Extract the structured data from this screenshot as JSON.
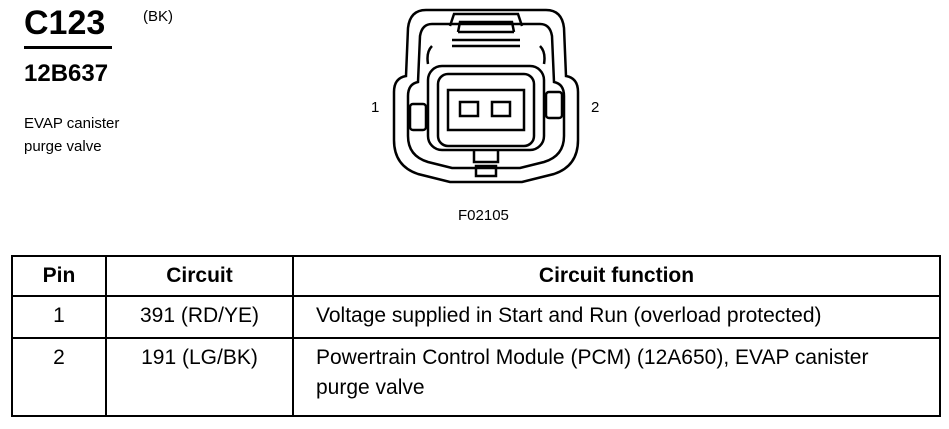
{
  "connector": {
    "id": "C123",
    "color_code": "(BK)",
    "part_number": "12B637",
    "description_lines": [
      "EVAP canister",
      "purge valve"
    ],
    "pin_labels": [
      "1",
      "2"
    ],
    "figure_code": "F02105"
  },
  "table": {
    "headers": [
      "Pin",
      "Circuit",
      "Circuit function"
    ],
    "rows": [
      {
        "pin": "1",
        "circuit": "391 (RD/YE)",
        "function": "Voltage supplied in Start and Run (overload protected)"
      },
      {
        "pin": "2",
        "circuit": "191 (LG/BK)",
        "function": "Powertrain Control Module (PCM) (12A650), EVAP canister purge valve"
      }
    ]
  }
}
